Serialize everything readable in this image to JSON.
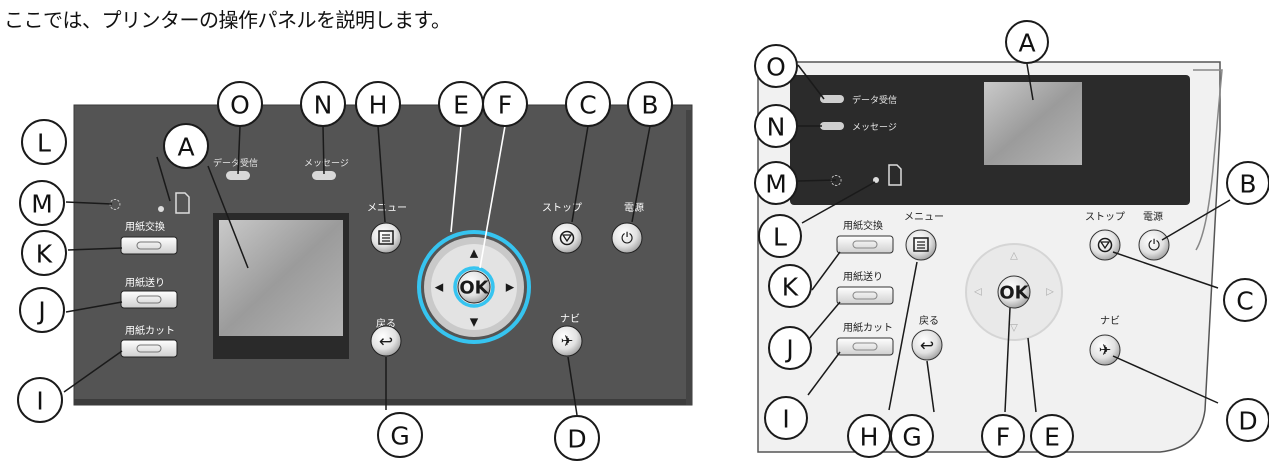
{
  "intro": "ここでは、プリンターの操作パネルを説明します。",
  "panel_labels": {
    "data_receive": "データ受信",
    "message": "メッセージ",
    "menu": "メニュー",
    "stop": "ストップ",
    "power": "電源",
    "paper_change": "用紙交換",
    "paper_feed": "用紙送り",
    "paper_cut": "用紙カット",
    "back": "戻る",
    "navi": "ナビ",
    "ok": "OK"
  },
  "left_callouts": {
    "A": "A",
    "B": "B",
    "C": "C",
    "D": "D",
    "E": "E",
    "F": "F",
    "G": "G",
    "H": "H",
    "I": "I",
    "J": "J",
    "K": "K",
    "L": "L",
    "M": "M",
    "N": "N",
    "O": "O"
  },
  "right_callouts": {
    "A": "A",
    "B": "B",
    "C": "C",
    "D": "D",
    "E": "E",
    "F": "F",
    "G": "G",
    "H": "H",
    "I": "I",
    "J": "J",
    "K": "K",
    "L": "L",
    "M": "M",
    "N": "N",
    "O": "O"
  },
  "icons": {
    "menu": "menu-list-icon",
    "stop": "stop-icon",
    "power": "power-icon",
    "back": "back-arrow-icon",
    "navi": "navi-icon",
    "up": "arrow-up-icon",
    "down": "arrow-down-icon",
    "left": "arrow-left-icon",
    "right": "arrow-right-icon"
  },
  "colors": {
    "panel_left": "#545454",
    "panel_right": "#f1f1f1",
    "screen_band": "#2b2b2b",
    "highlight": "#36c4f0",
    "lcd": "#9a9a9a"
  }
}
